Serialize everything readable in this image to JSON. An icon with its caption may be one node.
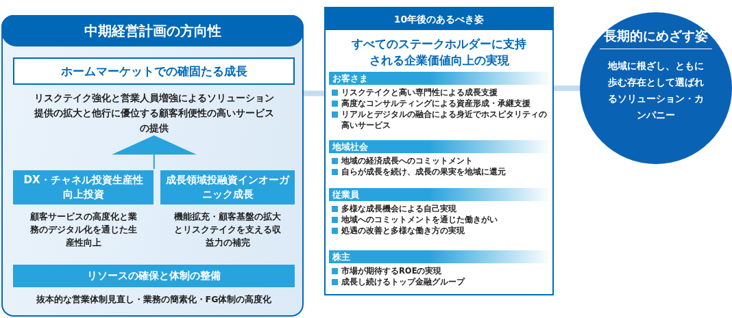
{
  "diagram": {
    "nodes": [
      {
        "text": [
          "中期経営計画の方向性"
        ]
      },
      {
        "text": [
          "ホームマーケットでの確固たる成長"
        ],
        "beside": [
          "リスクテイク強化と営業人員増強によるソリューション提供の拡大と他行に優位する顧客利便性の高いサービスの提供"
        ],
        "in": 0
      },
      {
        "text": [
          "DX・チャネル投資生産性向上投資"
        ],
        "beside": [
          "顧客サービスの高度化と業務のデジタル化を通じた生産性向上"
        ],
        "in": 0
      },
      {
        "text": [
          "成長領域投融資インオーガニック成長"
        ],
        "beside": [
          "機能拡充・顧客基盤の拡大とリスクテイクを支える収益力の補完"
        ],
        "in": 0
      },
      {
        "text": [
          "リソースの確保と体制の整備"
        ],
        "beside": [
          "抜本的な営業体制見直し・業務の簡素化・FG体制の高度化"
        ],
        "in": 0
      },
      {
        "text": [
          "10年後のあるべき姿",
          "すべてのステークホルダーに支持される企業価値向上の実現"
        ]
      },
      {
        "text": [
          "お客さま",
          "リスクテイクと高い専門性による成長支援",
          "高度なコンサルティングによる資産形成・承継支援",
          "リアルとデジタルの融合による身近でホスピタリティの高いサービス"
        ],
        "in": 5
      },
      {
        "text": [
          "地域社会",
          "地域の経済成長へのコミットメント",
          "自らが成長を続け、成長の果実を地域に還元"
        ],
        "in": 5
      },
      {
        "text": [
          "従業員",
          "多様な成長機会による自己実現",
          "地域へのコミットメントを通じた働きがい",
          "処遇の改善と多様な働き方の実現"
        ],
        "in": 5
      },
      {
        "text": [
          "株主",
          "市場が期待するROEの実現",
          "成長し続けるトップ金融グループ"
        ],
        "in": 5
      },
      {
        "text": [
          "長期的にめざす姿",
          "地域に根ざし、ともに歩む存在として選ばれるソリューション・カンパニー"
        ]
      }
    ],
    "edges": [
      {
        "from": 2,
        "to": 1,
        "arrow": "to"
      },
      {
        "from": 3,
        "to": 1,
        "arrow": "to"
      },
      {
        "from": 0,
        "to": 5,
        "arrow": "none",
        "style": "thick",
        "color": "#b5d3ef"
      },
      {
        "from": 5,
        "to": 10,
        "arrow": "none",
        "style": "thick",
        "color": "#b5d3ef"
      }
    ]
  }
}
